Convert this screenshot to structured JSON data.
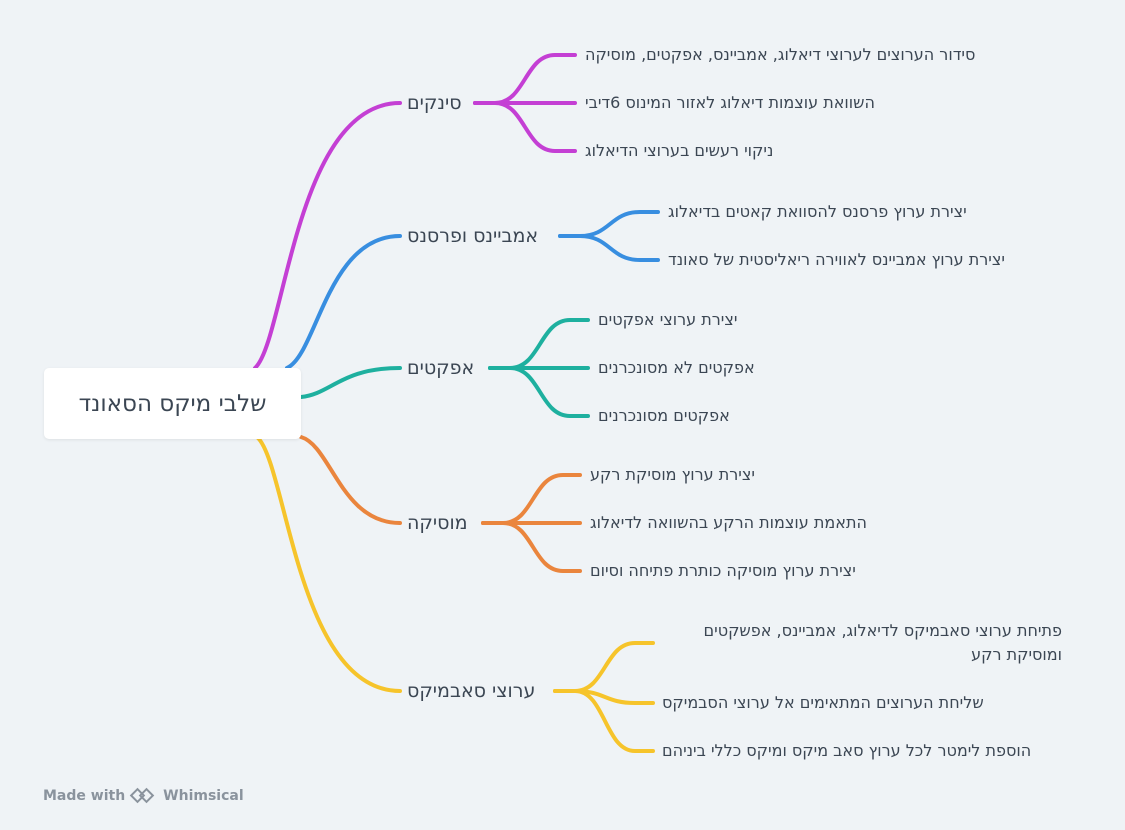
{
  "root": {
    "label": "שלבי מיקס הסאונד"
  },
  "branches": [
    {
      "label": "סינקים",
      "color": "#c43fd4",
      "leaves": [
        "סידור הערוצים לערוצי דיאלוג, אמביינס, אפקטים, מוסיקה",
        "השוואת עוצמות דיאלוג לאזור המינוס 6דיבי",
        "ניקוי רעשים בערוצי הדיאלוג"
      ]
    },
    {
      "label": "אמביינס ופרסנס",
      "color": "#388ee0",
      "leaves": [
        "יצירת ערוץ פרסנס להסוואת קאטים בדיאלוג",
        "יצירת ערוץ אמביינס לאווירה ריאליסטית של סאונד"
      ]
    },
    {
      "label": "אפקטים",
      "color": "#1eb09f",
      "leaves": [
        "יצירת ערוצי אפקטים",
        "אפקטים לא מסונכרנים",
        "אפקטים מסונכרנים"
      ]
    },
    {
      "label": "מוסיקה",
      "color": "#ea853d",
      "leaves": [
        "יצירת ערוץ מוסיקת רקע",
        "התאמת עוצמות הרקע בהשוואה לדיאלוג",
        "יצירת ערוץ מוסיקה כותרת פתיחה וסיום"
      ]
    },
    {
      "label": "ערוצי סאבמיקס",
      "color": "#f6c42b",
      "leaves": [
        "פתיחת ערוצי סאבמיקס לדיאלוג, אמביינס, אפשקטים ומוסיקת רקע",
        "שליחת הערוצים המתאימים אל ערוצי הסבמיקס",
        "הוספת לימטר לכל ערוץ סאב מיקס ומיקס כללי ביניהם"
      ]
    }
  ],
  "footer": {
    "made_with": "Made with",
    "brand": "Whimsical"
  }
}
